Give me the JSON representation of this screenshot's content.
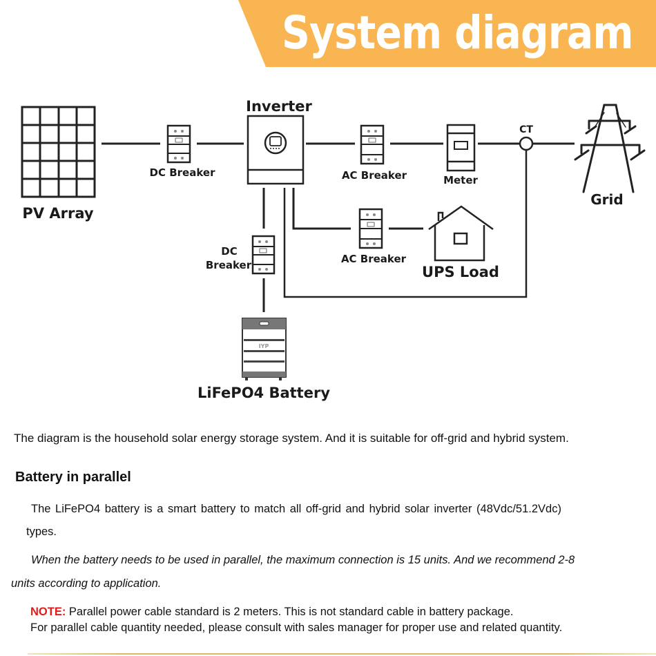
{
  "banner": {
    "title": "System diagram",
    "color": "#F8B551",
    "text_color": "#FFFFFF"
  },
  "diagram": {
    "nodes": {
      "pv_array": "PV Array",
      "dc_breaker_top": "DC Breaker",
      "inverter": "Inverter",
      "ac_breaker_grid": "AC Breaker",
      "meter": "Meter",
      "ct": "CT",
      "grid": "Grid",
      "dc_breaker_battery_line1": "DC",
      "dc_breaker_battery_line2": "Breaker",
      "ac_breaker_load": "AC Breaker",
      "ups_load": "UPS Load",
      "battery": "LiFePO4 Battery",
      "battery_brand": "IYP"
    },
    "connections": [
      {
        "from": "PV Array",
        "to": "DC Breaker"
      },
      {
        "from": "DC Breaker",
        "to": "Inverter"
      },
      {
        "from": "Inverter",
        "to": "AC Breaker"
      },
      {
        "from": "AC Breaker",
        "to": "Meter"
      },
      {
        "from": "Meter",
        "to": "CT"
      },
      {
        "from": "CT",
        "to": "Grid"
      },
      {
        "from": "Inverter",
        "to": "DC Breaker (battery)"
      },
      {
        "from": "DC Breaker (battery)",
        "to": "LiFePO4 Battery"
      },
      {
        "from": "Inverter",
        "to": "AC Breaker (load)"
      },
      {
        "from": "AC Breaker (load)",
        "to": "UPS Load"
      },
      {
        "from": "Inverter",
        "to": "CT"
      }
    ]
  },
  "text": {
    "intro": "The diagram is the household solar energy storage system. And it is suitable for off-grid and hybrid system.",
    "section_heading": "Battery in parallel",
    "para1_line1": "The LiFePO4 battery is a smart battery to match all off-grid and hybrid solar inverter (48Vdc/51.2Vdc)",
    "para1_line2": "types.",
    "para2_line1": "When the battery needs to  be used in parallel, the maximum connection is 15 units. And we recommend 2-8",
    "para2_line2": "units according to application.",
    "note_label": "NOTE:",
    "note_line1": " Parallel power cable standard is 2 meters. This is not standard cable in battery package.",
    "note_line2": "For parallel cable quantity needed, please consult with sales manager for proper use and related quantity.",
    "note_color": "#E41B1B"
  }
}
